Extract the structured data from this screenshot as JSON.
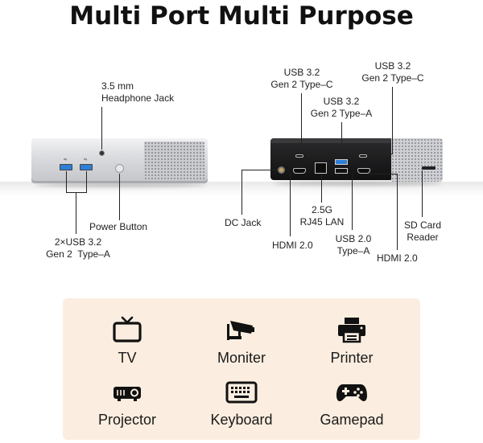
{
  "header": {
    "title": "Multi Port Multi Purpose"
  },
  "front_labels": {
    "headphone": "3.5 mm\nHeadphone Jack",
    "power": "Power Button",
    "usb": "2×USB 3.2\nGen 2  Type–A"
  },
  "back_labels": {
    "usbc_left": "USB 3.2\nGen 2 Type–C",
    "usba_top": "USB 3.2\nGen 2 Type–A",
    "usbc_right": "USB 3.2\nGen 2 Type–C",
    "dc": "DC Jack",
    "lan": "2.5G\nRJ45 LAN",
    "hdmi_left": "HDMI 2.0",
    "usb20": "USB 2.0\nType–A",
    "hdmi_right": "HDMI 2.0",
    "sd": "SD Card\nReader"
  },
  "devices": [
    {
      "name": "TV",
      "icon": "tv-icon"
    },
    {
      "name": "Moniter",
      "icon": "security-camera-icon"
    },
    {
      "name": "Printer",
      "icon": "printer-icon"
    },
    {
      "name": "Projector",
      "icon": "projector-icon"
    },
    {
      "name": "Keyboard",
      "icon": "keyboard-icon"
    },
    {
      "name": "Gamepad",
      "icon": "gamepad-icon"
    }
  ],
  "colors": {
    "panel_bg": "#fbeee0",
    "usb_blue": "#2e7fd6",
    "text": "#1a1a1a"
  }
}
